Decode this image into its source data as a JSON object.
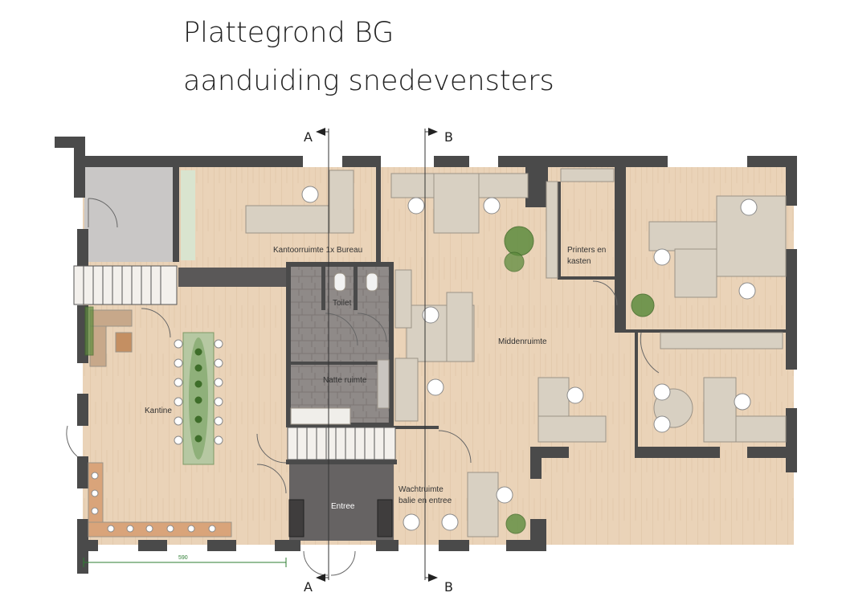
{
  "title": {
    "line1": "Plattegrond BG",
    "line2": "aanduiding snedevensters"
  },
  "section_markers": {
    "a_top": "A",
    "a_bottom": "A",
    "b_top": "B",
    "b_bottom": "B"
  },
  "rooms": {
    "kantoor": "Kantoorruimte 1x Bureau",
    "printers_1": "Printers en",
    "printers_2": "kasten",
    "toilet": "Toilet",
    "natte": "Natte ruimte",
    "midden": "Middenruimte",
    "kantine": "Kantine",
    "entree": "Entree",
    "wacht_1": "Wachtruimte",
    "wacht_2": "balie en entree"
  },
  "dimension": "590",
  "colors": {
    "wall": "#4a4a4a",
    "floor_wood": "#ead3b8",
    "floor_tile": "#8f8a88",
    "furniture": "#d8d0c2",
    "plant": "#5e8c3e",
    "dimension_line": "#2e7d32"
  }
}
